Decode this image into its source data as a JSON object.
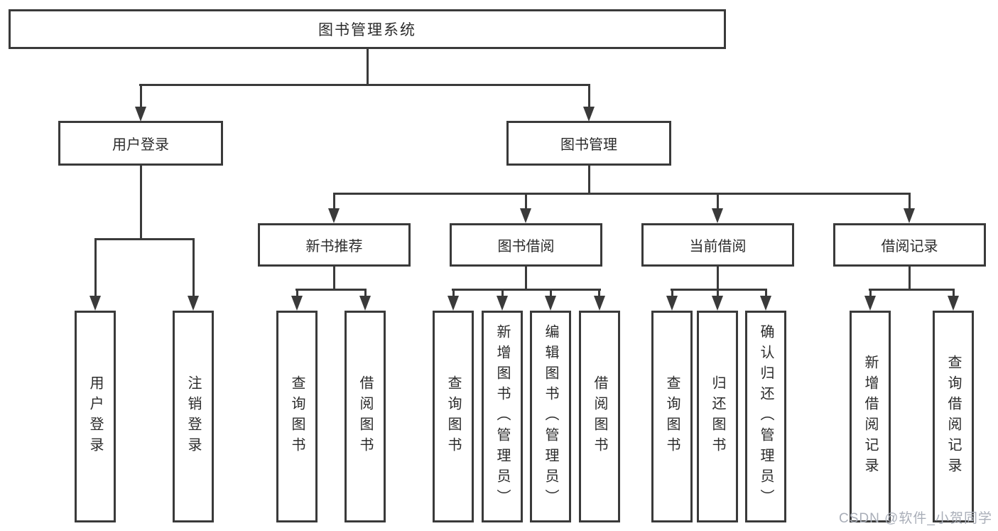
{
  "colors": {
    "background": "#ffffff",
    "box_fill": "#ffffff",
    "box_border": "#3a3a3a",
    "line": "#3a3a3a",
    "text": "#2b2b2b",
    "watermark": "#a9aeb8"
  },
  "nodes": {
    "root": {
      "label": "图书管理系统"
    },
    "user_login": {
      "label": "用户登录",
      "children": {
        "login": {
          "label": "用户登录"
        },
        "logout": {
          "label": "注销登录"
        }
      }
    },
    "book_management": {
      "label": "图书管理",
      "children": {
        "new_book_recommend": {
          "label": "新书推荐",
          "children": {
            "query_book": {
              "label": "查询图书"
            },
            "borrow_book": {
              "label": "借阅图书"
            }
          }
        },
        "book_borrow": {
          "label": "图书借阅",
          "children": {
            "query_book": {
              "label": "查询图书"
            },
            "add_book": {
              "label": "新增图书（管理员）"
            },
            "edit_book": {
              "label": "编辑图书（管理员）"
            },
            "borrow_book": {
              "label": "借阅图书"
            }
          }
        },
        "current_borrow": {
          "label": "当前借阅",
          "children": {
            "query_book": {
              "label": "查询图书"
            },
            "return_book": {
              "label": "归还图书"
            },
            "confirm_return": {
              "label": "确认归还（管理员）"
            }
          }
        },
        "borrow_records": {
          "label": "借阅记录",
          "children": {
            "add_record": {
              "label": "新增借阅记录"
            },
            "query_record": {
              "label": "查询借阅记录"
            }
          }
        }
      }
    }
  },
  "watermark": {
    "text": "CSDN @软件_小贺同学"
  }
}
